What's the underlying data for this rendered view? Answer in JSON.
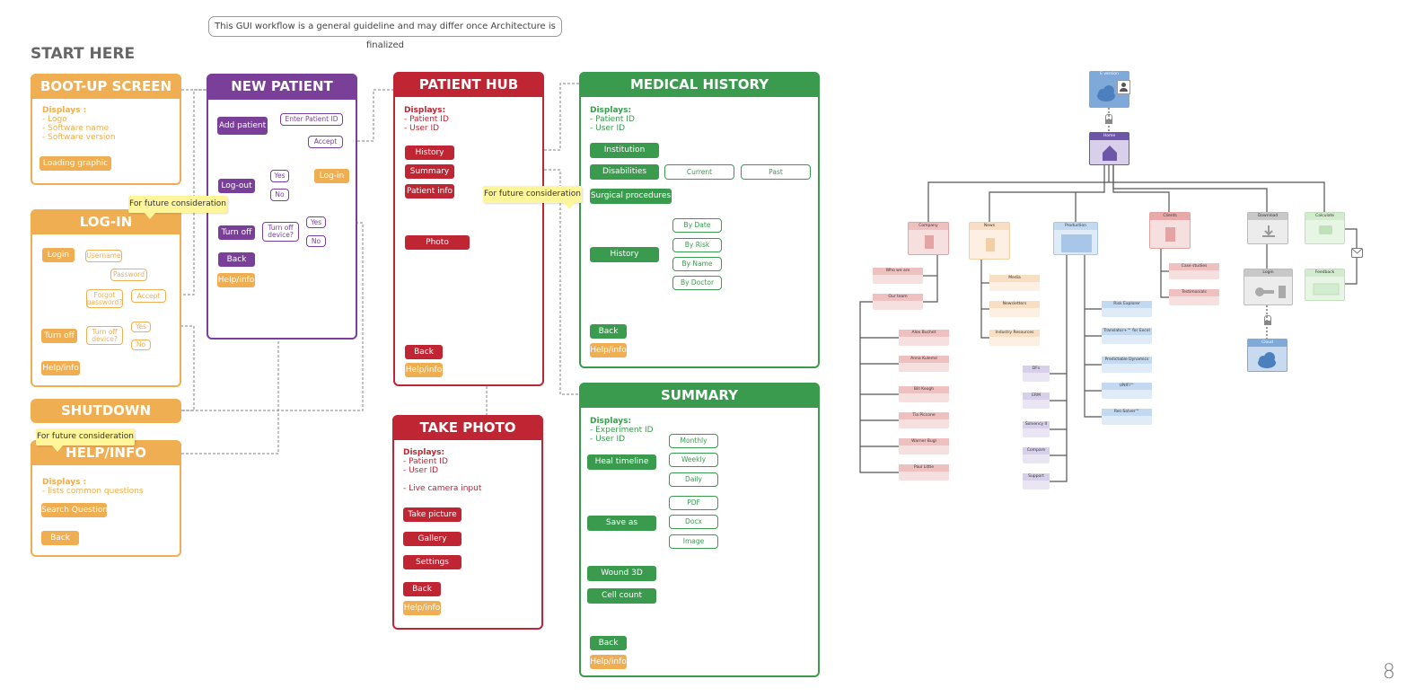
{
  "note": "This GUI workflow is a general guideline and may differ once Architecture is finalized",
  "start_label": "START HERE",
  "page_number": "8",
  "boot": {
    "title": "BOOT-UP SCREEN",
    "displays": "Displays :",
    "items": [
      "- Logo",
      "- Software name",
      "- Software version"
    ],
    "loading": "Loading graphic"
  },
  "login": {
    "title": "LOG-IN",
    "login": "Login",
    "username": "Username",
    "password": "Password",
    "forgot": "Forgot password?",
    "accept": "Accept",
    "turnoff": "Turn off",
    "turnoff_q": "Turn off device?",
    "yes": "Yes",
    "no": "No",
    "help": "Help/info"
  },
  "shutdown": {
    "title": "SHUTDOWN"
  },
  "help": {
    "title": "HELP/INFO",
    "displays": "Displays :",
    "items": [
      "- lists common questions"
    ],
    "search": "Search Question",
    "back": "Back"
  },
  "newpatient": {
    "title": "NEW PATIENT",
    "add": "Add patient",
    "enter_id": "Enter Patient ID",
    "accept": "Accept",
    "logout": "Log-out",
    "yes": "Yes",
    "no": "No",
    "login": "Log-in",
    "turnoff": "Turn off",
    "turnoff_q": "Turn off device?",
    "yes2": "Yes",
    "no2": "No",
    "back": "Back",
    "help": "Help/info"
  },
  "hub": {
    "title": "PATIENT HUB",
    "displays": "Displays:",
    "items": [
      "- Patient ID",
      "- User ID"
    ],
    "history": "History",
    "summary": "Summary",
    "info": "Patient info",
    "photo": "Photo",
    "back": "Back",
    "help": "Help/info"
  },
  "photo": {
    "title": "TAKE PHOTO",
    "displays": "Displays:",
    "items": [
      "- Patient ID",
      "- User ID",
      "",
      "- Live camera input"
    ],
    "take": "Take picture",
    "gallery": "Gallery",
    "settings": "Settings",
    "back": "Back",
    "help": "Help/info"
  },
  "medhist": {
    "title": "MEDICAL HISTORY",
    "displays": "Displays:",
    "items": [
      "- Patient ID",
      "- User ID"
    ],
    "institution": "Institution",
    "disabilities": "Disabilities",
    "current": "Current",
    "past": "Past",
    "surgical": "Surgical procedures",
    "history": "History",
    "bydate": "By Date",
    "byrisk": "By Risk",
    "byname": "By Name",
    "bydoctor": "By Doctor",
    "back": "Back",
    "help": "Help/info"
  },
  "summary": {
    "title": "SUMMARY",
    "displays": "Displays:",
    "items": [
      "- Experiment ID",
      "- User ID"
    ],
    "heal": "Heal timeline",
    "monthly": "Monthly",
    "weekly": "Weekly",
    "daily": "Daily",
    "saveas": "Save as",
    "pdf": "PDF",
    "docx": "Docx",
    "image": "Image",
    "wound": "Wound 3D",
    "cellcount": "Cell count",
    "back": "Back",
    "help": "Help/info"
  },
  "stickies": {
    "s1": "For future consideration",
    "s2": "For future consideration",
    "s3": "For future consideration"
  },
  "sitemap": {
    "top": "E version",
    "home": "Home",
    "company": "Company",
    "news": "News",
    "production": "Production",
    "clients": "Clients",
    "download": "Download",
    "calculate": "Calculate",
    "company_items": [
      "Who we are",
      "Our team"
    ],
    "team": [
      "Alex Buchet",
      "Anna Kuleme",
      "Bill Keogh",
      "Tia Piccone",
      "Warner Bugl",
      "Paul Little"
    ],
    "news_items": [
      "Media",
      "Newsletters",
      "Industry Resources"
    ],
    "prod_left": [
      "DFs",
      "ERM",
      "Solvency II",
      "Compare",
      "Support"
    ],
    "prod_right": [
      "Risk Explorer",
      "Translator+™ for Excel",
      "Predictable Dynamics",
      "UNIFI™",
      "Res-Solver™"
    ],
    "clients_items": [
      "Case studies",
      "Testimonials"
    ],
    "login": "Login",
    "cloud": "Cloud",
    "feedback": "Feedback"
  }
}
